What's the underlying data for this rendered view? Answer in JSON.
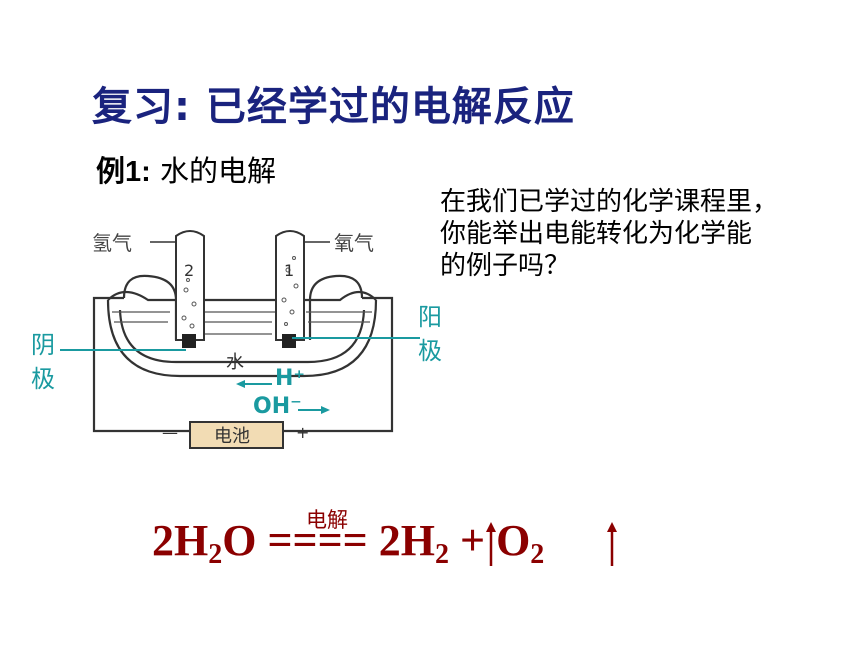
{
  "slide": {
    "title": "复习: 已经学过的电解反应",
    "example": {
      "prefix": "例1:",
      "text": "水的电解"
    },
    "question": {
      "lines": [
        "在我们已学过的化学课程里，",
        "你能举出电能转化为化学能",
        "的例子吗？"
      ]
    }
  },
  "diagram": {
    "gas_left": "氢气",
    "gas_right": "氧气",
    "tube_left_number": "2",
    "tube_right_number": "1",
    "water_label": "水",
    "battery_label": "电池",
    "minus_sign": "—",
    "plus_sign": "+",
    "cathode_label": [
      "阴",
      "极"
    ],
    "anode_label": [
      "阳",
      "极"
    ],
    "ion_h": "H⁺",
    "ion_oh": "OH⁻",
    "colors": {
      "annotation": "#1a9aa0",
      "apparatus": "#333333",
      "battery_fill": "#f2dcb4"
    }
  },
  "equation": {
    "condition": "电解",
    "reactant_coeff": "2H",
    "reactant_sub": "2",
    "reactant_tail": "O ",
    "sign": "====",
    "product1_coeff": " 2H",
    "product1_sub": "2",
    "plus": " + O",
    "product2_sub": "2",
    "color": "#8b0000"
  }
}
